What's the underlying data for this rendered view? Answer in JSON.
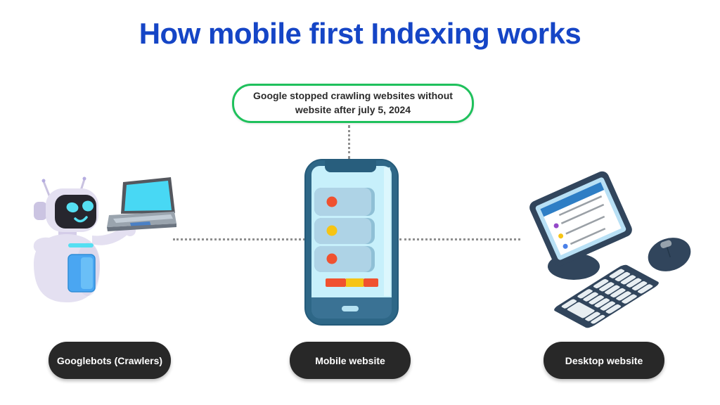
{
  "title": "How mobile first Indexing works",
  "callout": {
    "lines": [
      "Google stopped crawling websites without",
      "website after july 5, 2024"
    ]
  },
  "nodes": [
    {
      "id": "googlebots",
      "label": "Googlebots (Crawlers)",
      "icon": "robot-with-laptop-illustration"
    },
    {
      "id": "mobile",
      "label": "Mobile website",
      "icon": "smartphone-illustration"
    },
    {
      "id": "desktop",
      "label": "Desktop website",
      "icon": "desktop-computer-illustration"
    }
  ],
  "connectors": [
    {
      "from": "callout",
      "to": "mobile",
      "style": "dotted-vertical"
    },
    {
      "from": "googlebots",
      "to": "mobile",
      "style": "dotted-horizontal"
    },
    {
      "from": "mobile",
      "to": "desktop",
      "style": "dotted-horizontal"
    }
  ],
  "colors": {
    "title_blue": "#1545c6",
    "callout_green": "#1fc15c",
    "text_dark": "#2b2b2b",
    "pill_bg": "#282828",
    "pill_text": "#ffffff",
    "connector_gray": "#8f8f8f",
    "phone_frame": "#2e6787",
    "phone_screen": "#c7f0fb",
    "phone_band": "#3a7294",
    "card_blue": "#aed3e6",
    "accent_red": "#f0512f",
    "accent_yellow": "#f6c414",
    "robot_body": "#e4e0f1",
    "robot_face": "#27262e",
    "robot_cyan": "#55dff2",
    "robot_blue_panel": "#4aa6f2",
    "laptop_screen": "#48d8f4",
    "desktop_navy": "#31455c",
    "desktop_bezel": "#b8e0f5",
    "desktop_header_blue": "#2e7ec5",
    "bullet_purple": "#9448c8",
    "bullet_blue": "#4a80e8",
    "key_light": "#e8eef2"
  }
}
